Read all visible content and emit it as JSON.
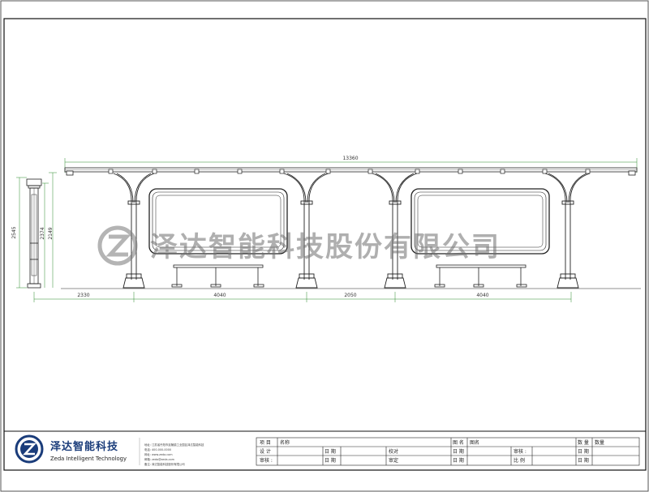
{
  "drawing": {
    "dimensions": {
      "overall_length": "13360",
      "side_height_total": "2545",
      "side_height_mid": "2374",
      "side_height_inner": "2149",
      "segment_1": "2330",
      "segment_2": "4040",
      "segment_3": "2050",
      "segment_4": "4040"
    },
    "watermark": {
      "company": "泽达智能科技股份有限公司"
    }
  },
  "title_block": {
    "brand_cn": "泽达智能科技",
    "brand_en": "Zeda Intelligent Technology",
    "contact_lines": [
      "地址: 江苏省丹阳市延陵镇工业园区泽达智能科技",
      "电话: 400-000-0000",
      "网址: www.zeda.com",
      "邮箱: zeda@zeda.com",
      "备注: 泽达智能科技股份有限公司"
    ],
    "row1": {
      "project": "项 目",
      "name": "名称",
      "drawing_name": "图 名",
      "drawing_name_val": "图名",
      "qty": "数 量",
      "qty_val": "数量"
    },
    "row2": {
      "design": "设 计",
      "date1": "日 期",
      "proof": "校对",
      "date2": "日 期",
      "review": "审核 :",
      "date3": "日 期"
    },
    "row3": {
      "check": "审核 :",
      "date1": "日 期",
      "approve": "审定",
      "date2": "日 期",
      "ratio": "比 例",
      "date3": "日 期"
    }
  }
}
